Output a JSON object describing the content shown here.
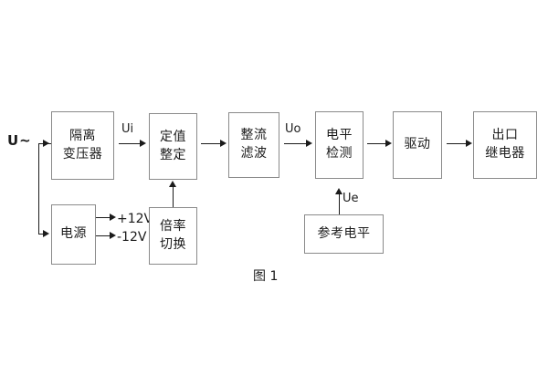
{
  "figure": {
    "caption": "图 1",
    "background_color": "#ffffff",
    "box_border_color": "#8a8a8a",
    "line_color": "#1b1b1b"
  },
  "blocks": {
    "isolation_transformer": {
      "line1": "隔离",
      "line2": "变压器"
    },
    "setting_value": {
      "line1": "定值",
      "line2": "整定"
    },
    "rectify_filter": {
      "line1": "整流",
      "line2": "滤波"
    },
    "level_detect": {
      "line1": "电平",
      "line2": "检测"
    },
    "drive": {
      "line1": "驱动"
    },
    "output_relay": {
      "line1": "出口",
      "line2": "继电器"
    },
    "power_supply": {
      "line1": "电源"
    },
    "multiplier_switch": {
      "line1": "倍率",
      "line2": "切换"
    },
    "reference_level": {
      "line1": "参考电平"
    }
  },
  "signal_labels": {
    "input_voltage": "U~",
    "ui": "Ui",
    "uo": "Uo",
    "ue": "Ue",
    "rail_positive": "+12V",
    "rail_negative": "-12V"
  }
}
